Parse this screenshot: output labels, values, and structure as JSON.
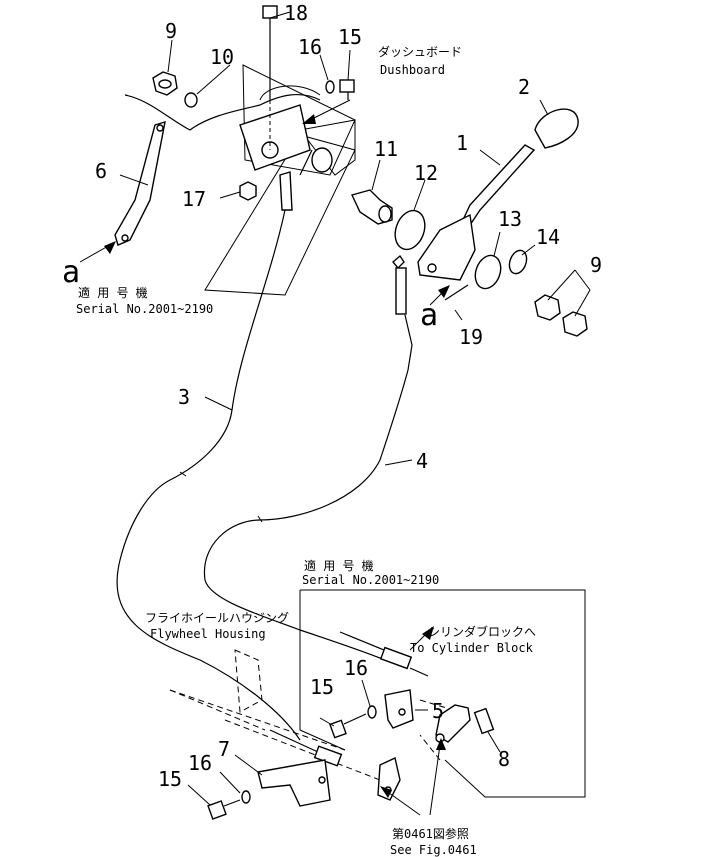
{
  "callouts": {
    "n1": "1",
    "n2": "2",
    "n3": "3",
    "n4": "4",
    "n5": "5",
    "n6": "6",
    "n7": "7",
    "n8": "8",
    "n9a": "9",
    "n9b": "9",
    "n10": "10",
    "n11": "11",
    "n12": "12",
    "n13": "13",
    "n14": "14",
    "n15a": "15",
    "n15b": "15",
    "n15c": "15",
    "n16a": "16",
    "n16b": "16",
    "n16c": "16",
    "n17": "17",
    "n18": "18",
    "n19": "19"
  },
  "refs": {
    "a_left": "a",
    "a_right": "a"
  },
  "labels": {
    "dash_jp": "ダッシュボード",
    "dash_en": "Dushboard",
    "serial1_jp": "適 用 号 機",
    "serial1_en": "Serial No.2001~2190",
    "serial2_jp": "適 用 号 機",
    "serial2_en": "Serial No.2001~2190",
    "cyl_jp": "シリンダブロックへ",
    "cyl_en": "To Cylinder Block",
    "fly_jp": "フライホイールハウジング",
    "fly_en": "Flywheel Housing",
    "fig_jp": "第0461図参照",
    "fig_en": "See Fig.0461"
  }
}
